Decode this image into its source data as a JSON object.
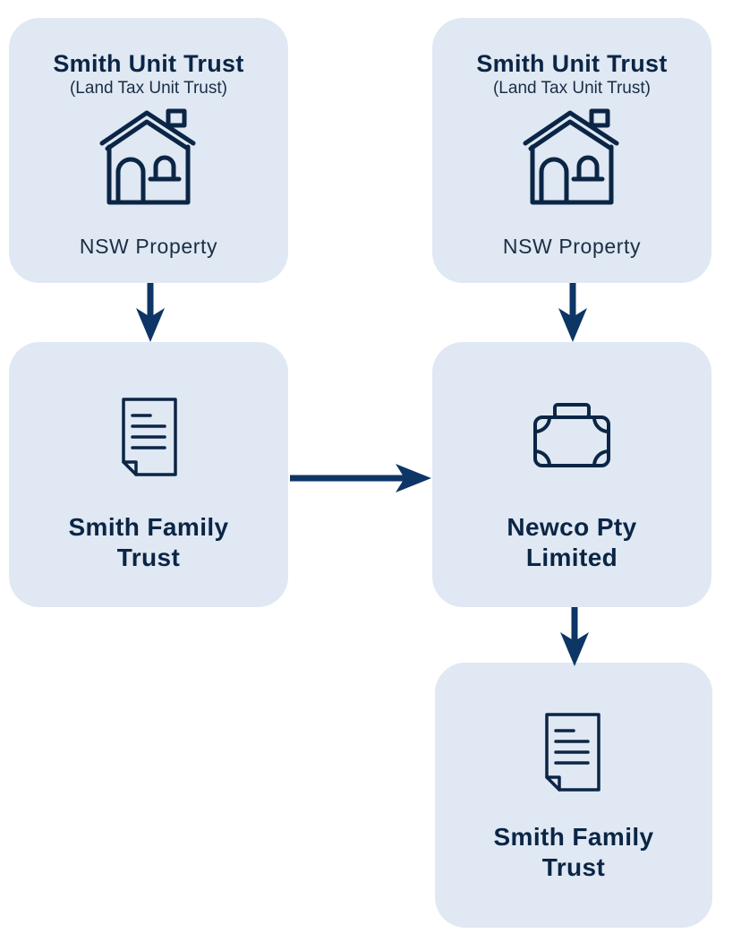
{
  "colors": {
    "box_fill": "#dfe8f3",
    "text_dark": "#0b2545",
    "arrow": "#0d3566"
  },
  "nodes": {
    "top_left": {
      "title": "Smith Unit Trust",
      "subtitle": "(Land Tax Unit Trust)",
      "caption": "NSW Property",
      "icon": "house-icon"
    },
    "top_right": {
      "title": "Smith Unit Trust",
      "subtitle": "(Land Tax Unit Trust)",
      "caption": "NSW Property",
      "icon": "house-icon"
    },
    "mid_left": {
      "line1": "Smith Family",
      "line2": "Trust",
      "icon": "document-icon"
    },
    "mid_right": {
      "line1": "Newco Pty",
      "line2": "Limited",
      "icon": "briefcase-icon"
    },
    "bottom_right": {
      "line1": "Smith Family",
      "line2": "Trust",
      "icon": "document-icon"
    }
  }
}
